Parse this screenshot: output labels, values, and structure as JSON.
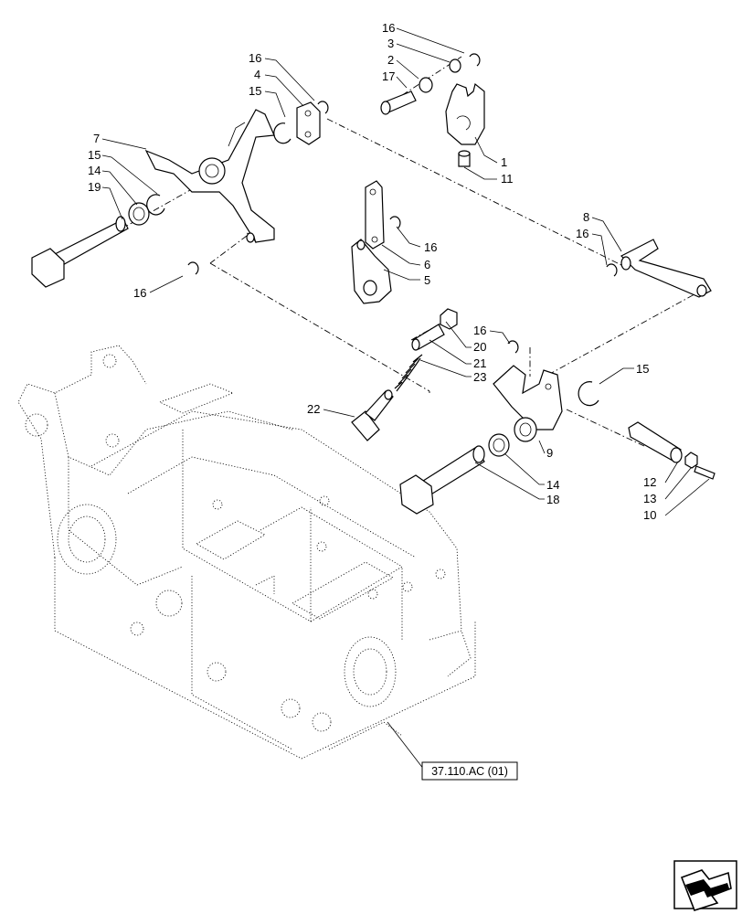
{
  "callouts": [
    {
      "id": "c16a",
      "text": "16"
    },
    {
      "id": "c3",
      "text": "3"
    },
    {
      "id": "c2",
      "text": "2"
    },
    {
      "id": "c17",
      "text": "17"
    },
    {
      "id": "c1",
      "text": "1"
    },
    {
      "id": "c11",
      "text": "11"
    },
    {
      "id": "c16b",
      "text": "16"
    },
    {
      "id": "c4",
      "text": "4"
    },
    {
      "id": "c15a",
      "text": "15"
    },
    {
      "id": "c7",
      "text": "7"
    },
    {
      "id": "c15b",
      "text": "15"
    },
    {
      "id": "c14a",
      "text": "14"
    },
    {
      "id": "c19",
      "text": "19"
    },
    {
      "id": "c16c",
      "text": "16"
    },
    {
      "id": "c16d",
      "text": "16"
    },
    {
      "id": "c6",
      "text": "6"
    },
    {
      "id": "c5",
      "text": "5"
    },
    {
      "id": "c8",
      "text": "8"
    },
    {
      "id": "c16e",
      "text": "16"
    },
    {
      "id": "c16f",
      "text": "16"
    },
    {
      "id": "c20",
      "text": "20"
    },
    {
      "id": "c21",
      "text": "21"
    },
    {
      "id": "c23",
      "text": "23"
    },
    {
      "id": "c22",
      "text": "22"
    },
    {
      "id": "c15c",
      "text": "15"
    },
    {
      "id": "c9",
      "text": "9"
    },
    {
      "id": "c14b",
      "text": "14"
    },
    {
      "id": "c18",
      "text": "18"
    },
    {
      "id": "c12",
      "text": "12"
    },
    {
      "id": "c13",
      "text": "13"
    },
    {
      "id": "c10",
      "text": "10"
    }
  ],
  "reference": {
    "text": "37.110.AC (01)"
  },
  "nav_icon": "next-page-arrow-icon"
}
